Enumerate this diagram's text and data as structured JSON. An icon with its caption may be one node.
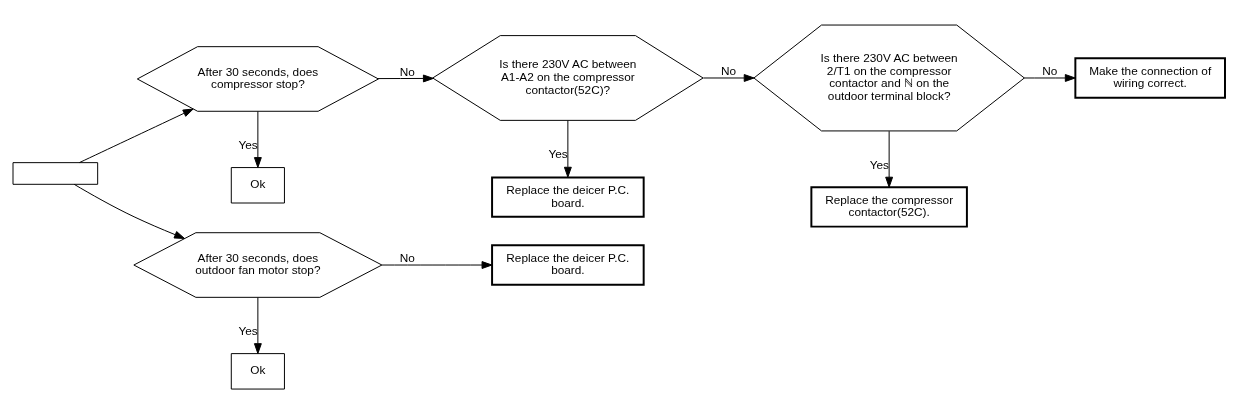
{
  "diagram": {
    "nodes": [
      {
        "text": [],
        "shape": "box"
      },
      {
        "text": [
          "After 30 seconds, does compressor stop?"
        ]
      },
      {
        "text": [
          "Is there 230V AC between A1-A2 on the compressor contactor(52C)?"
        ]
      },
      {
        "text": [
          "Is there 230V AC between 2/T1 on the compressor contactor and ℕ on the outdoor terminal block?"
        ]
      },
      {
        "text": [
          "Make the connection of wiring correct."
        ]
      },
      {
        "text": [
          "Ok"
        ]
      },
      {
        "text": [
          "Replace the deicer P.C. board."
        ]
      },
      {
        "text": [
          "Replace the compressor contactor(52C)."
        ]
      },
      {
        "text": [
          "After 30 seconds, does outdoor fan motor stop?"
        ]
      },
      {
        "text": [
          "Replace the deicer P.C. board."
        ]
      },
      {
        "text": [
          "Ok"
        ]
      }
    ],
    "edges": [
      {
        "from": 0,
        "to": 1,
        "arrow": "to"
      },
      {
        "from": 0,
        "to": 8,
        "arrow": "to"
      },
      {
        "from": 1,
        "to": 2,
        "arrow": "to",
        "label": "No"
      },
      {
        "from": 2,
        "to": 3,
        "arrow": "to",
        "label": "No"
      },
      {
        "from": 3,
        "to": 4,
        "arrow": "to",
        "label": "No"
      },
      {
        "from": 1,
        "to": 5,
        "arrow": "to",
        "label": "Yes"
      },
      {
        "from": 2,
        "to": 6,
        "arrow": "to",
        "label": "Yes"
      },
      {
        "from": 3,
        "to": 7,
        "arrow": "to",
        "label": "Yes"
      },
      {
        "from": 8,
        "to": 9,
        "arrow": "to",
        "label": "No"
      },
      {
        "from": 8,
        "to": 10,
        "arrow": "to",
        "label": "Yes"
      }
    ]
  }
}
